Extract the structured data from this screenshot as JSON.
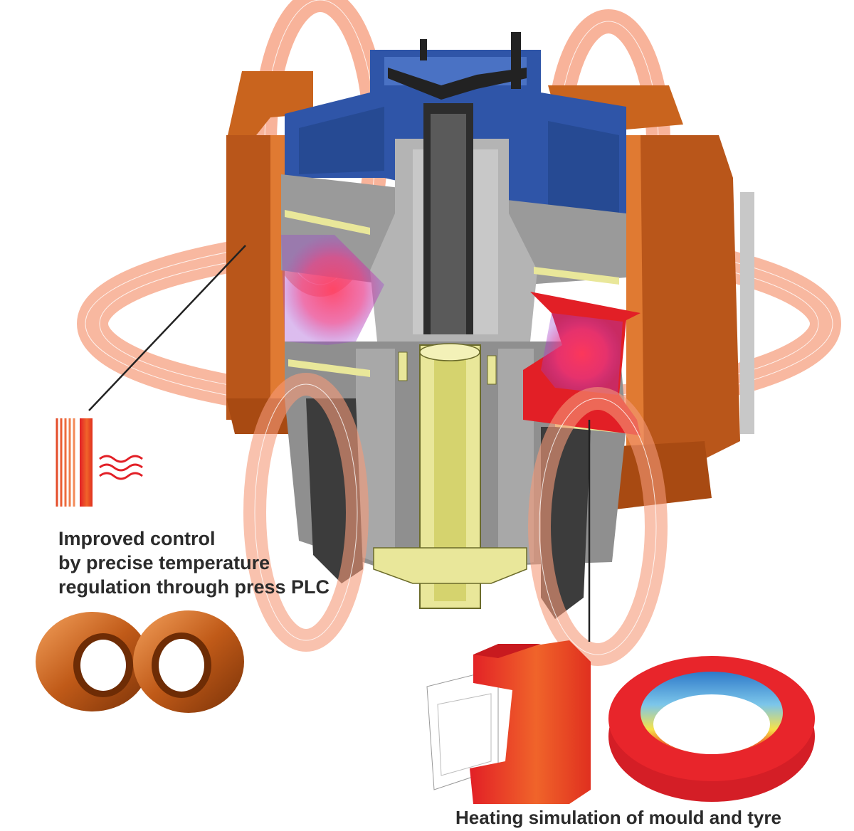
{
  "captions": {
    "control": {
      "line1": "Improved control",
      "line2": "by precise temperature",
      "line3": "regulation through press PLC"
    },
    "simulation": "Heating simulation of mould and tyre"
  },
  "colors": {
    "coil_glow": "#f59a78",
    "housing_orange": "#c9641e",
    "frame_blue": "#2f55a8",
    "steel_grey": "#9a9a9a",
    "dark_grey": "#3c3c3c",
    "yellow_part": "#e9e79a",
    "heat_red": "#e21f26",
    "heat_orange": "#f06a2c",
    "cool_blue": "#3b8fd6",
    "copper": "#c06020",
    "text": "#2b2b2b"
  }
}
